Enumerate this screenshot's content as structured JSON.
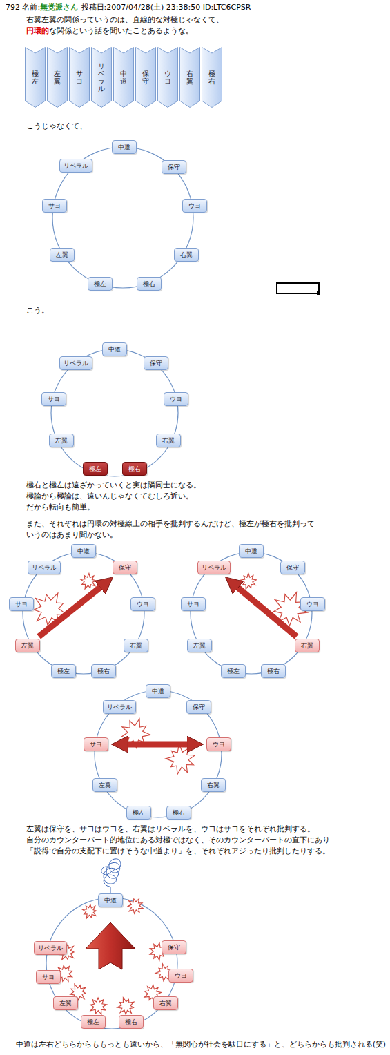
{
  "diagram": {
    "nodes": [
      {
        "text": [
          "極左"
        ]
      },
      {
        "text": [
          "左翼"
        ]
      },
      {
        "text": [
          "サヨ"
        ]
      },
      {
        "text": [
          "リベラル"
        ]
      },
      {
        "text": [
          "中道"
        ]
      },
      {
        "text": [
          "保守"
        ]
      },
      {
        "text": [
          "ウヨ"
        ]
      },
      {
        "text": [
          "右翼"
        ]
      },
      {
        "text": [
          "極右"
        ]
      },
      {
        "text": [
          "中道"
        ]
      },
      {
        "text": [
          "保守"
        ]
      },
      {
        "text": [
          "ウヨ"
        ]
      },
      {
        "text": [
          "右翼"
        ]
      },
      {
        "text": [
          "極右"
        ]
      },
      {
        "text": [
          "極左"
        ]
      },
      {
        "text": [
          "左翼"
        ]
      },
      {
        "text": [
          "サヨ"
        ]
      },
      {
        "text": [
          "リベラル"
        ]
      },
      {
        "text": [
          "中道"
        ]
      },
      {
        "text": [
          "保守"
        ]
      },
      {
        "text": [
          "ウヨ"
        ]
      },
      {
        "text": [
          "右翼"
        ]
      },
      {
        "text": [
          "極右"
        ]
      },
      {
        "text": [
          "極左"
        ]
      },
      {
        "text": [
          "左翼"
        ]
      },
      {
        "text": [
          "サヨ"
        ]
      },
      {
        "text": [
          "リベラル"
        ]
      },
      {
        "text": [
          "中道"
        ]
      },
      {
        "text": [
          "保守"
        ]
      },
      {
        "text": [
          "ウヨ"
        ]
      },
      {
        "text": [
          "右翼"
        ]
      },
      {
        "text": [
          "極右"
        ]
      },
      {
        "text": [
          "極左"
        ]
      },
      {
        "text": [
          "左翼"
        ]
      },
      {
        "text": [
          "サヨ"
        ]
      },
      {
        "text": [
          "リベラル"
        ]
      },
      {
        "text": [
          "中道"
        ]
      },
      {
        "text": [
          "保守"
        ]
      },
      {
        "text": [
          "ウヨ"
        ]
      },
      {
        "text": [
          "右翼"
        ]
      },
      {
        "text": [
          "極右"
        ]
      },
      {
        "text": [
          "極左"
        ]
      },
      {
        "text": [
          "左翼"
        ]
      },
      {
        "text": [
          "サヨ"
        ]
      },
      {
        "text": [
          "リベラル"
        ]
      },
      {
        "text": [
          "中道"
        ]
      },
      {
        "text": [
          "保守"
        ]
      },
      {
        "text": [
          "ウヨ"
        ]
      },
      {
        "text": [
          "右翼"
        ]
      },
      {
        "text": [
          "極右"
        ]
      },
      {
        "text": [
          "極左"
        ]
      },
      {
        "text": [
          "左翼"
        ]
      },
      {
        "text": [
          "サヨ"
        ]
      },
      {
        "text": [
          "リベラル"
        ]
      },
      {
        "text": [
          "中道"
        ]
      },
      {
        "text": [
          "保守"
        ]
      },
      {
        "text": [
          "ウヨ"
        ]
      },
      {
        "text": [
          "右翼"
        ]
      },
      {
        "text": [
          "極右"
        ]
      },
      {
        "text": [
          "極左"
        ]
      },
      {
        "text": [
          "左翼"
        ]
      },
      {
        "text": [
          "サヨ"
        ]
      },
      {
        "text": [
          "リベラル"
        ]
      }
    ],
    "edges": [
      {
        "from": 33,
        "to": 28,
        "arrow": "to"
      },
      {
        "from": 39,
        "to": 44,
        "arrow": "to"
      },
      {
        "from": 52,
        "to": 47,
        "arrow": "both"
      }
    ],
    "labels": [
      "792 名前:",
      "無党派さん",
      "投稿日:2007/04/28(土) 23:38:50 ID:LTC6CPSR",
      "右翼左翼の関係っていうのは、直線的な対極じゃなくて、",
      "円環的",
      "な関係という話を聞いたことあるような。",
      "こうじゃなくて、",
      "こう。",
      "極右と極左は遠ざかっていくと実は隣同士になる。",
      "極論から極論は、遠いんじゃなくてむしろ近い。",
      "だから転向も簡単。",
      "また、それぞれは円環の対極線上の相手を批判するんだけど、極左が極右を批判って",
      "いうのはあまり聞かない。",
      "左翼は保守を、サヨはウヨを、右翼はリベラルを、ウヨはサヨをそれぞれ批判する。",
      "自分のカウンターパート的地位にある対極ではなく、そのカウンターパートの直下にあり",
      "「説得で自分の支配下に置けそうな中道より」を、それぞれアジったり批判したりする。",
      "中道は左右どちらからももっとも遠いから、「無関心が社会を駄目にする」と、どちらからも批判される(笑)"
    ]
  }
}
